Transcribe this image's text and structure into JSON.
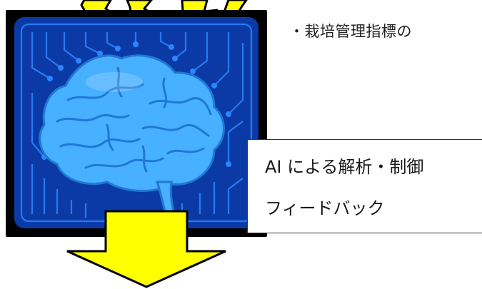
{
  "caption_top": "・栽培管理指標の",
  "callout": {
    "line1": "AI による解析・制御",
    "line2": "フィードバック"
  },
  "colors": {
    "arrow_fill": "#ffff00",
    "arrow_stroke": "#000000",
    "screen_bg": "#0b3aa6",
    "frame": "#000000",
    "circuit": "#2a86ff",
    "brain_fill": "#47b0ff",
    "brain_line": "#1f78d6"
  },
  "icons": {
    "brain": "brain-icon",
    "arrow_in": "arrow-down-icon",
    "arrow_out": "arrow-down-icon"
  }
}
